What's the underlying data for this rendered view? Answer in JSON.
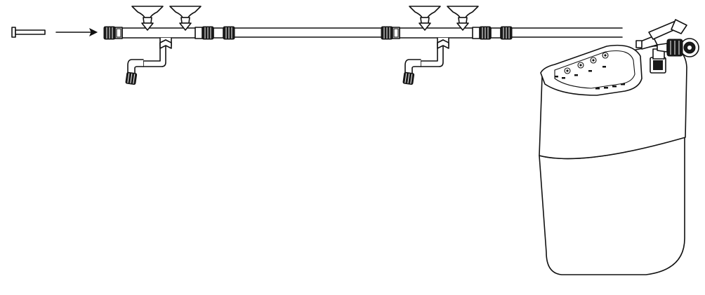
{
  "diagram": {
    "items": [
      {
        "name": "tube-plug",
        "icon": "plug-icon"
      },
      {
        "name": "flow-arrow",
        "icon": "arrow-right-icon"
      },
      {
        "name": "manifold-1",
        "icon": "suction-cup-manifold-icon"
      },
      {
        "name": "manifold-2",
        "icon": "suction-cup-manifold-icon"
      },
      {
        "name": "air-tubing",
        "icon": "tubing-icon"
      },
      {
        "name": "air-pump",
        "icon": "air-pump-icon"
      }
    ],
    "colors": {
      "line": "#111111",
      "background": "#ffffff",
      "fitting": "#1a1a1a"
    }
  }
}
